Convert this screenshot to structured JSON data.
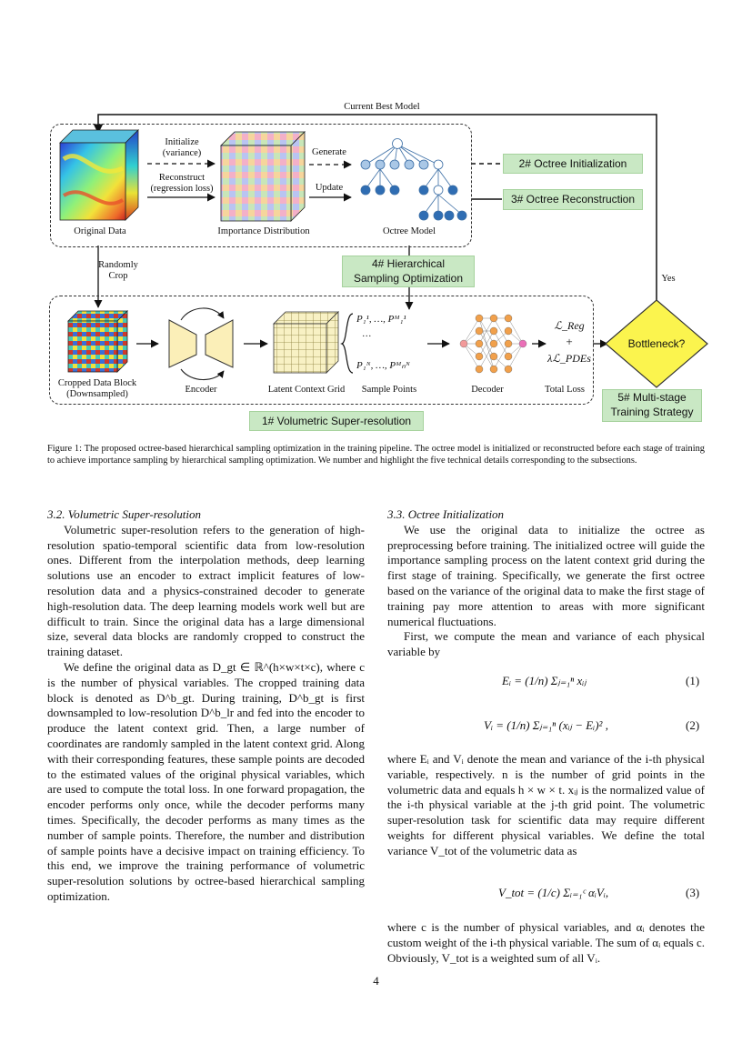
{
  "figure": {
    "top_arrow_label": "Current Best Model",
    "original_data_label": "Original Data",
    "initialize_label": "Initialize\n(variance)",
    "reconstruct_label": "Reconstruct\n(regression loss)",
    "importance_label": "Importance Distribution",
    "generate_label": "Generate",
    "update_label": "Update",
    "octree_label": "Octree Model",
    "box2": "2# Octree Initialization",
    "box3": "3# Octree Reconstruction",
    "randomly_crop": "Randomly\nCrop",
    "box4": "4# Hierarchical\nSampling Optimization",
    "yes_label": "Yes",
    "cropped_label": "Cropped Data Block\n(Downsampled)",
    "encoder_label": "Encoder",
    "latent_label": "Latent Context Grid",
    "sample_points_label": "Sample Points",
    "decoder_label": "Decoder",
    "total_loss_label": "Total Loss",
    "bottleneck": "Bottleneck?",
    "box5": "5# Multi-stage\nTraining Strategy",
    "box1": "1# Volumetric Super-resolution",
    "sample_first": "P₁¹, …, Pᴹ₁¹",
    "sample_dots": "…",
    "sample_last": "P₁ᴺ, …, Pᴹₙᴺ",
    "loss_reg": "ℒ_Reg",
    "loss_plus": "+",
    "loss_pde": "λℒ_PDEs"
  },
  "caption": "Figure 1: The proposed octree-based hierarchical sampling optimization in the training pipeline. The octree model is initialized or reconstructed before each stage of training to achieve importance sampling by hierarchical sampling optimization. We number and highlight the five technical details corresponding to the subsections.",
  "left": {
    "heading": "3.2. Volumetric Super-resolution",
    "p1": "Volumetric super-resolution refers to the generation of high-resolution spatio-temporal scientific data from low-resolution ones. Different from the interpolation methods, deep learning solutions use an encoder to extract implicit features of low-resolution data and a physics-constrained decoder to generate high-resolution data. The deep learning models work well but are difficult to train. Since the original data has a large dimensional size, several data blocks are randomly cropped to construct the training dataset.",
    "p2": "We define the original data as D_gt ∈ ℝ^(h×w×t×c), where c is the number of physical variables. The cropped training data block is denoted as D^b_gt. During training, D^b_gt is first downsampled to low-resolution D^b_lr and fed into the encoder to produce the latent context grid. Then, a large number of coordinates are randomly sampled in the latent context grid. Along with their corresponding features, these sample points are decoded to the estimated values of the original physical variables, which are used to compute the total loss. In one forward propagation, the encoder performs only once, while the decoder performs many times. Specifically, the decoder performs as many times as the number of sample points. Therefore, the number and distribution of sample points have a decisive impact on training efficiency. To this end, we improve the training performance of volumetric super-resolution solutions by octree-based hierarchical sampling optimization."
  },
  "right": {
    "heading": "3.3. Octree Initialization",
    "p1": "We use the original data to initialize the octree as preprocessing before training. The initialized octree will guide the importance sampling process on the latent context grid during the first stage of training. Specifically, we generate the first octree based on the variance of the original data to make the first stage of training pay more attention to areas with more significant numerical fluctuations.",
    "p2": "First, we compute the mean and variance of each physical variable by",
    "eq1": "Eᵢ = (1/n) Σⱼ₌₁ⁿ xᵢⱼ",
    "eq1_num": "(1)",
    "eq2": "Vᵢ = (1/n) Σⱼ₌₁ⁿ (xᵢⱼ − Eᵢ)² ,",
    "eq2_num": "(2)",
    "p3": "where Eᵢ and Vᵢ denote the mean and variance of the i-th physical variable, respectively. n is the number of grid points in the volumetric data and equals h × w × t. xᵢⱼ is the normalized value of the i-th physical variable at the j-th grid point. The volumetric super-resolution task for scientific data may require different weights for different physical variables. We define the total variance V_tot of the volumetric data as",
    "eq3": "V_tot = (1/c) Σᵢ₌₁ᶜ αᵢVᵢ,",
    "eq3_num": "(3)",
    "p4": "where c is the number of physical variables, and αᵢ denotes the custom weight of the i-th physical variable. The sum of αᵢ equals c. Obviously, V_tot is a weighted sum of all Vᵢ."
  },
  "page_number": "4"
}
